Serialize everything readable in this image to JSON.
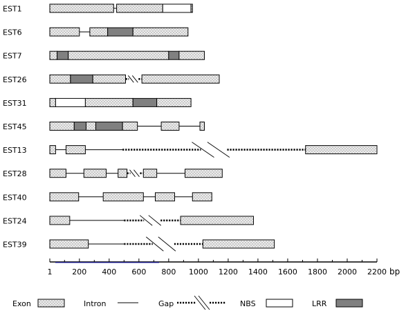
{
  "axis": {
    "ticks": [
      "1",
      "200",
      "400",
      "600",
      "800",
      "1000",
      "1200",
      "1400",
      "1600",
      "1800",
      "2000",
      "2200"
    ],
    "unit": "bp"
  },
  "legend": {
    "exon": "Exon",
    "intron": "Intron",
    "gap": "Gap",
    "nbs": "NBS",
    "lrr": "LRR"
  },
  "colors": {
    "exon_fill": "#e9e9e9",
    "nbs_fill": "#ffffff",
    "lrr_fill": "#808080",
    "stroke": "#000000",
    "axis_accent": "#1a1aa6"
  },
  "rows": [
    {
      "label": "EST1",
      "features": [
        {
          "t": "exon",
          "s": 1,
          "e": 430
        },
        {
          "t": "intron",
          "s": 430,
          "e": 450
        },
        {
          "t": "exon",
          "s": 450,
          "e": 760
        },
        {
          "t": "nbs",
          "s": 760,
          "e": 950
        },
        {
          "t": "exon",
          "s": 950,
          "e": 960
        }
      ]
    },
    {
      "label": "EST6",
      "features": [
        {
          "t": "exon",
          "s": 1,
          "e": 200
        },
        {
          "t": "intron",
          "s": 200,
          "e": 270
        },
        {
          "t": "exon",
          "s": 270,
          "e": 390
        },
        {
          "t": "lrr",
          "s": 390,
          "e": 560
        },
        {
          "t": "exon",
          "s": 560,
          "e": 930
        }
      ]
    },
    {
      "label": "EST7",
      "features": [
        {
          "t": "exon",
          "s": 1,
          "e": 50
        },
        {
          "t": "lrr",
          "s": 50,
          "e": 125
        },
        {
          "t": "exon",
          "s": 125,
          "e": 800
        },
        {
          "t": "lrr",
          "s": 800,
          "e": 870
        },
        {
          "t": "exon",
          "s": 870,
          "e": 1040
        }
      ]
    },
    {
      "label": "EST26",
      "features": [
        {
          "t": "exon",
          "s": 1,
          "e": 140
        },
        {
          "t": "lrr",
          "s": 140,
          "e": 290
        },
        {
          "t": "exon",
          "s": 290,
          "e": 510
        },
        {
          "t": "gap",
          "s": 510,
          "e": 620
        },
        {
          "t": "exon",
          "s": 620,
          "e": 1140
        }
      ]
    },
    {
      "label": "EST31",
      "features": [
        {
          "t": "exon",
          "s": 1,
          "e": 40
        },
        {
          "t": "nbs",
          "s": 40,
          "e": 240
        },
        {
          "t": "exon",
          "s": 240,
          "e": 560
        },
        {
          "t": "lrr",
          "s": 560,
          "e": 720
        },
        {
          "t": "exon",
          "s": 720,
          "e": 950
        }
      ]
    },
    {
      "label": "EST45",
      "features": [
        {
          "t": "exon",
          "s": 1,
          "e": 165
        },
        {
          "t": "lrr",
          "s": 165,
          "e": 245
        },
        {
          "t": "exon",
          "s": 245,
          "e": 310
        },
        {
          "t": "lrr",
          "s": 310,
          "e": 490
        },
        {
          "t": "exon",
          "s": 490,
          "e": 590
        },
        {
          "t": "intron",
          "s": 590,
          "e": 750
        },
        {
          "t": "exon",
          "s": 750,
          "e": 870
        },
        {
          "t": "intron",
          "s": 870,
          "e": 1010
        },
        {
          "t": "exon",
          "s": 1010,
          "e": 1040
        }
      ]
    },
    {
      "label": "EST13",
      "features": [
        {
          "t": "exon",
          "s": 1,
          "e": 40
        },
        {
          "t": "intron",
          "s": 40,
          "e": 110
        },
        {
          "t": "exon",
          "s": 110,
          "e": 240
        },
        {
          "t": "intron",
          "s": 240,
          "e": 490
        },
        {
          "t": "gap",
          "s": 490,
          "e": 1720
        },
        {
          "t": "exon",
          "s": 1720,
          "e": 2200
        }
      ]
    },
    {
      "label": "EST28",
      "features": [
        {
          "t": "exon",
          "s": 1,
          "e": 110
        },
        {
          "t": "intron",
          "s": 110,
          "e": 230
        },
        {
          "t": "exon",
          "s": 230,
          "e": 380
        },
        {
          "t": "intron",
          "s": 380,
          "e": 460
        },
        {
          "t": "exon",
          "s": 460,
          "e": 520
        },
        {
          "t": "gap",
          "s": 520,
          "e": 630
        },
        {
          "t": "exon",
          "s": 630,
          "e": 720
        },
        {
          "t": "intron",
          "s": 720,
          "e": 910
        },
        {
          "t": "exon",
          "s": 910,
          "e": 1160
        }
      ]
    },
    {
      "label": "EST40",
      "features": [
        {
          "t": "exon",
          "s": 1,
          "e": 195
        },
        {
          "t": "intron",
          "s": 195,
          "e": 360
        },
        {
          "t": "exon",
          "s": 360,
          "e": 630
        },
        {
          "t": "intron",
          "s": 630,
          "e": 710
        },
        {
          "t": "exon",
          "s": 710,
          "e": 840
        },
        {
          "t": "intron",
          "s": 840,
          "e": 960
        },
        {
          "t": "exon",
          "s": 960,
          "e": 1090
        }
      ]
    },
    {
      "label": "EST24",
      "features": [
        {
          "t": "exon",
          "s": 1,
          "e": 135
        },
        {
          "t": "intron",
          "s": 135,
          "e": 500
        },
        {
          "t": "gap",
          "s": 500,
          "e": 880
        },
        {
          "t": "exon",
          "s": 880,
          "e": 1370
        }
      ]
    },
    {
      "label": "EST39",
      "features": [
        {
          "t": "exon",
          "s": 1,
          "e": 260
        },
        {
          "t": "intron",
          "s": 260,
          "e": 500
        },
        {
          "t": "gap",
          "s": 500,
          "e": 1030
        },
        {
          "t": "exon",
          "s": 1030,
          "e": 1510
        }
      ]
    }
  ]
}
